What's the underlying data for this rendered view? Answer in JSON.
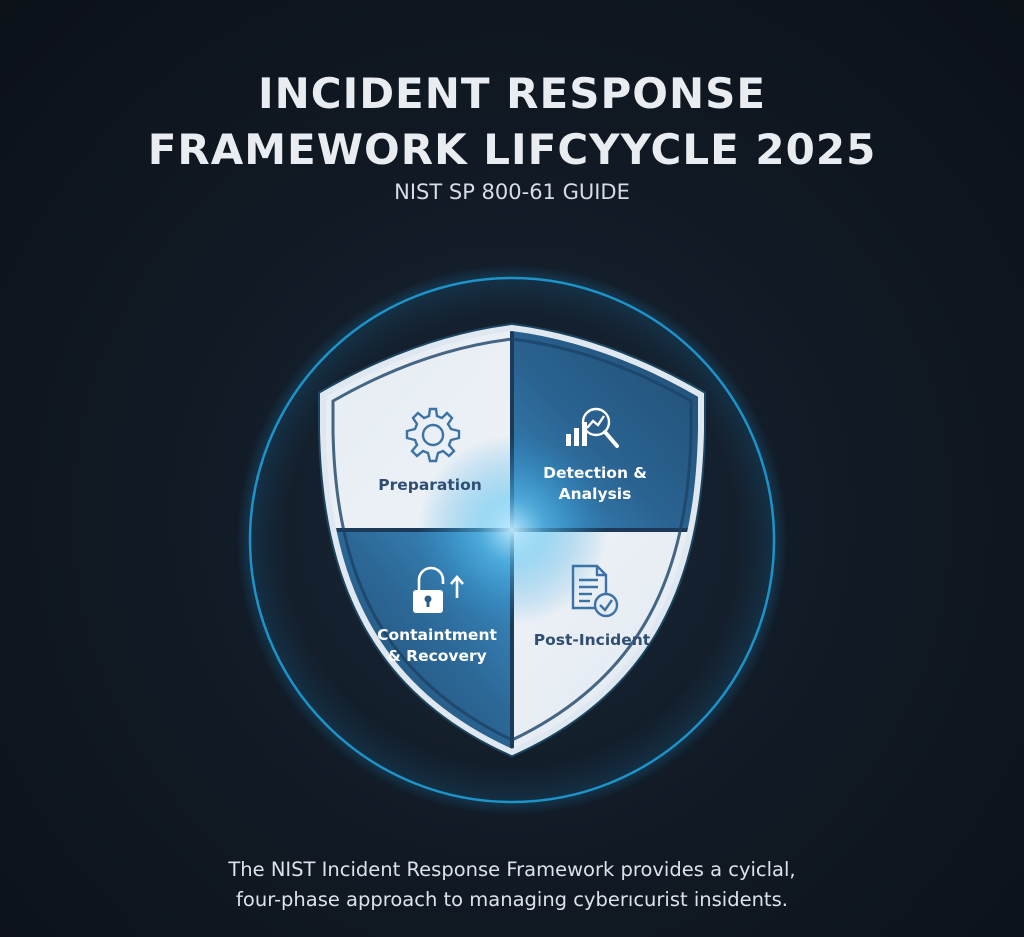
{
  "header": {
    "title_line_1": "INCIDENT RESPONSE",
    "title_line_2": "FRAMEWORK LIFCYYCLE 2025",
    "subtitle": "NIST SP 800-61 GUIDE"
  },
  "diagram": {
    "quadrants": [
      {
        "id": "preparation",
        "label": "Preparation",
        "icon": "gear-icon"
      },
      {
        "id": "detection",
        "label_line_1": "Detection &",
        "label_line_2": "Analysis",
        "icon": "magnifier-chart-icon"
      },
      {
        "id": "containment",
        "label_line_1": "Containtment",
        "label_line_2": "& Recovery",
        "icon": "unlock-icon"
      },
      {
        "id": "post-incident",
        "label": "Post-Incident",
        "icon": "document-check-icon"
      }
    ],
    "colors": {
      "ring": "#1fa5e0",
      "light_quadrant": "#e6edf4",
      "dark_quadrant": "#2b5f88",
      "icon_light": "#3c73a6",
      "icon_dark": "#ffffff"
    }
  },
  "caption": {
    "line_1": "The NIST Incident Response Framework provides a cyiclal,",
    "line_2": "four-phase approach to managing cyberıcurist insidents."
  }
}
